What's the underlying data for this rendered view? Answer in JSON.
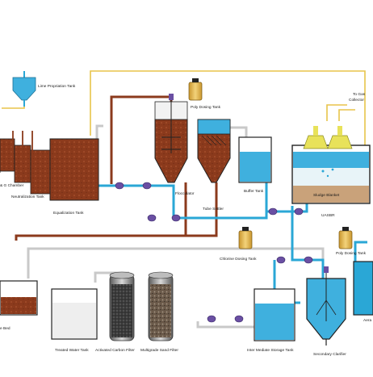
{
  "labels": {
    "lime_tank": "Lime Propriation Tank",
    "poly_dosing_top": "Poly Dosing Tank",
    "to_gas": "To Gas",
    "collector": "Collector",
    "chamber": "& G Chamber",
    "neutralization": "Neutralization Tank",
    "equalization": "Equalization Tank",
    "flocculator": "Flocculator",
    "tube_settler": "Tube Settler",
    "buffer_tank": "Buffer Tank",
    "sludge_blanket": "Sludge Blanket",
    "uasbr": "UASBR",
    "chlorine_dosing": "Chlorine Dosing Tank",
    "poly_dosing_right": "Poly Dosing Tank",
    "bed": "e Bed",
    "treated_water": "Treated Water Tank",
    "activated_carbon": "Activated Carbon Filter",
    "multigrade_sand": "Multigrade Sand Filter",
    "intermediate_storage": "Inter Mediate Storage Tank",
    "secondary_clarifier": "Secondary Clarifier",
    "aera": "Aera",
    "r_left": "r"
  },
  "colors": {
    "sludge_brown": "#8b3a1c",
    "water_blue": "#2aa7d6",
    "pipe_grey": "#c9c9c9",
    "gas_yellow": "#e8c44a",
    "valve_purple": "#6a4fa3"
  }
}
